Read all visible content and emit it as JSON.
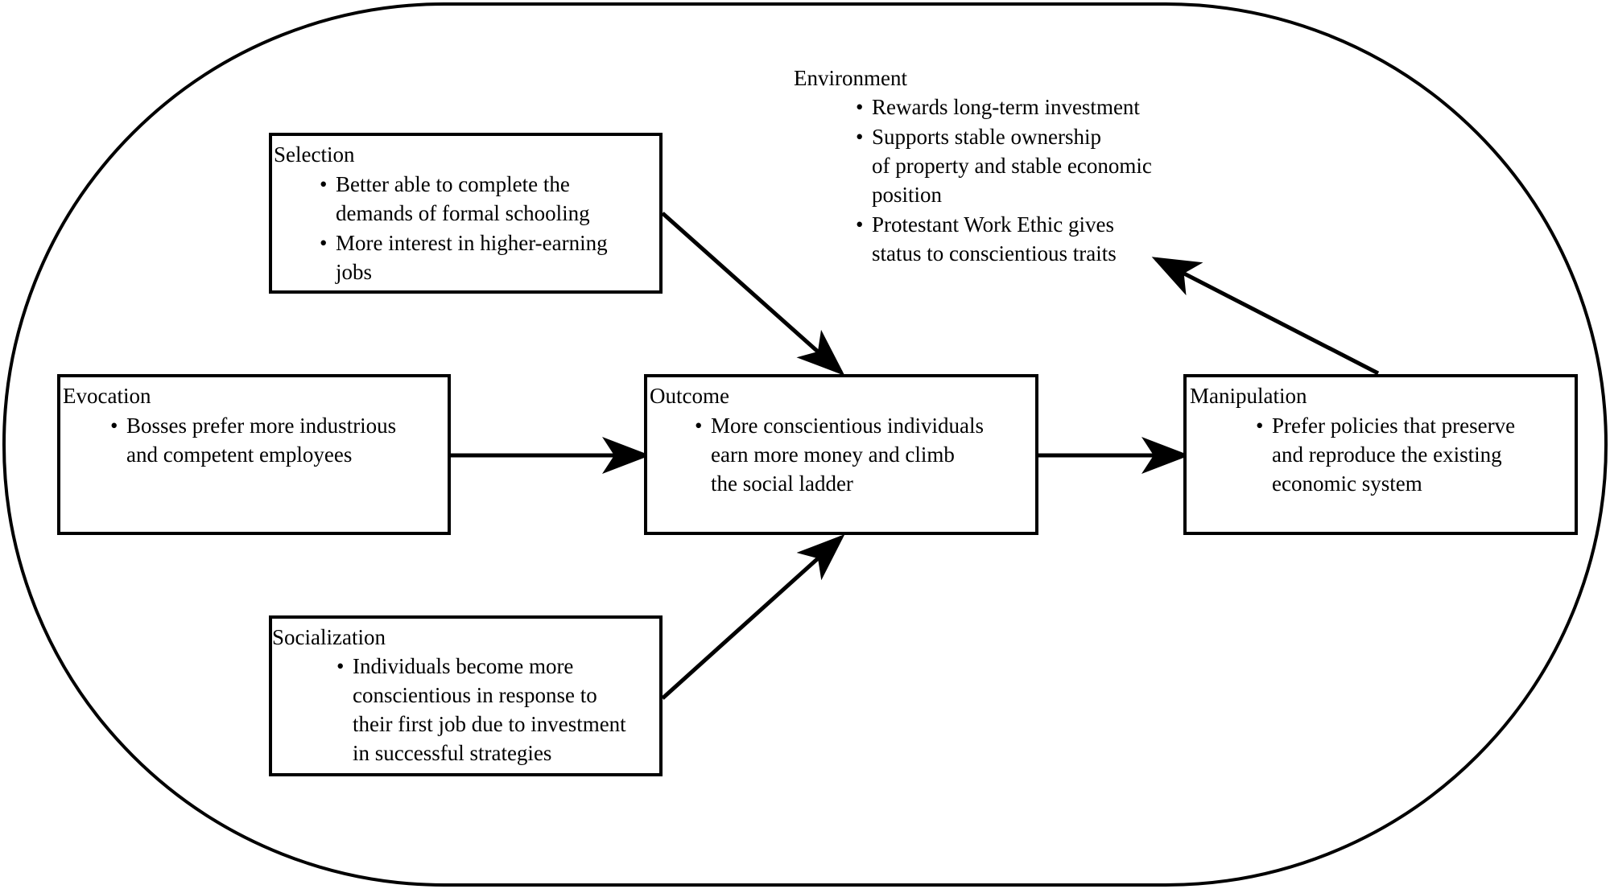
{
  "environment": {
    "title": "Environment",
    "bullets": [
      [
        "Rewards long-term investment"
      ],
      [
        "Supports stable ownership",
        "of property and stable economic",
        "position"
      ],
      [
        "Protestant Work Ethic gives",
        "status to conscientious traits"
      ]
    ]
  },
  "selection": {
    "title": "Selection",
    "bullets": [
      [
        "Better able to complete the",
        "demands of formal schooling"
      ],
      [
        "More interest in higher-earning",
        "jobs"
      ]
    ]
  },
  "evocation": {
    "title": "Evocation",
    "bullets": [
      [
        "Bosses prefer more industrious",
        "and competent employees"
      ]
    ]
  },
  "outcome": {
    "title": "Outcome",
    "bullets": [
      [
        "More conscientious individuals",
        "earn more money and climb",
        "the social ladder"
      ]
    ]
  },
  "manipulation": {
    "title": "Manipulation",
    "bullets": [
      [
        "Prefer policies that preserve",
        "and reproduce the existing",
        "economic system"
      ]
    ]
  },
  "socialization": {
    "title": "Socialization",
    "bullets": [
      [
        "Individuals become more",
        "conscientious in response to",
        "their first job due to investment",
        "in successful strategies"
      ]
    ]
  }
}
